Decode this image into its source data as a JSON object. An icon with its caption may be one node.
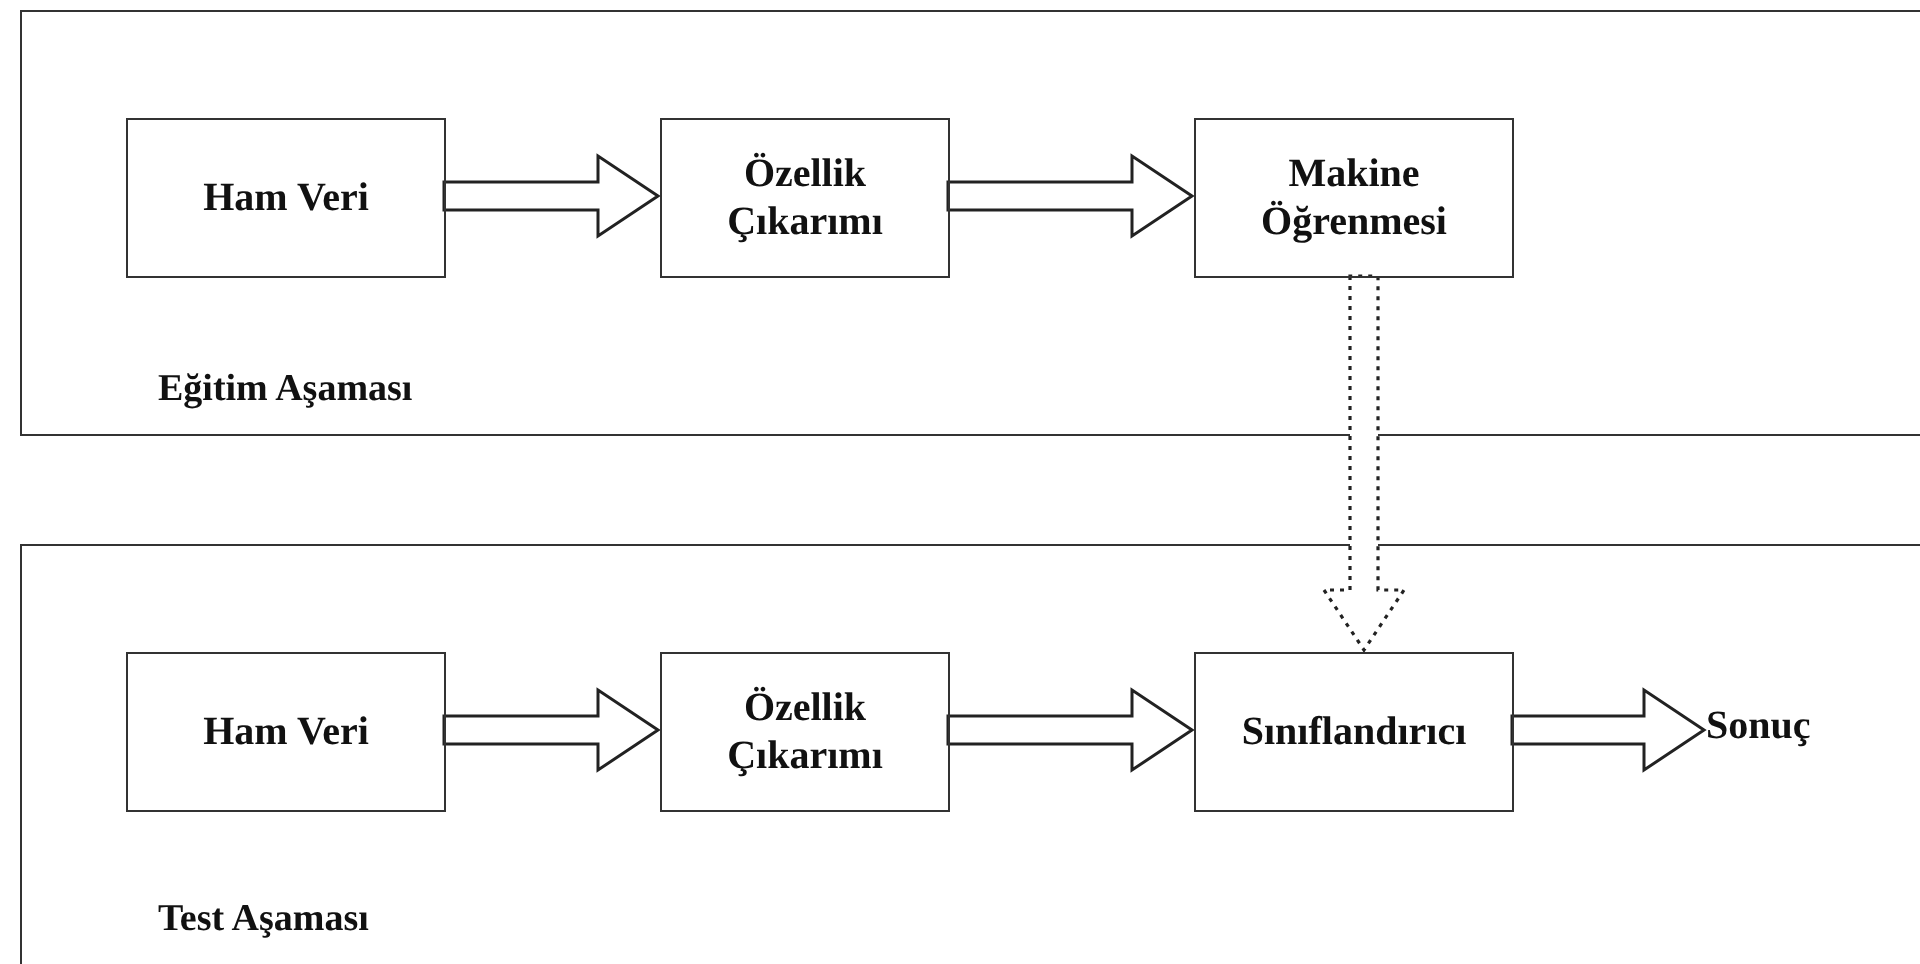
{
  "diagram": {
    "nodes": [
      {
        "text": [
          "Eğitim Aşaması"
        ]
      },
      {
        "text": [
          "Ham Veri"
        ],
        "in": 0
      },
      {
        "text": [
          "Özellik Çıkarımı"
        ],
        "in": 0
      },
      {
        "text": [
          "Makine Öğrenmesi"
        ],
        "in": 0
      },
      {
        "text": [
          "Test Aşaması"
        ]
      },
      {
        "text": [
          "Ham Veri"
        ],
        "in": 4
      },
      {
        "text": [
          "Özellik Çıkarımı"
        ],
        "in": 4
      },
      {
        "text": [
          "Sınıflandırıcı"
        ],
        "in": 4
      },
      {
        "text": [
          "Sonuç"
        ],
        "in": 4
      }
    ],
    "edges": [
      {
        "from": 1,
        "to": 2,
        "arrow": "to"
      },
      {
        "from": 2,
        "to": 3,
        "arrow": "to"
      },
      {
        "from": 3,
        "to": 7,
        "arrow": "to",
        "style": "dashed"
      },
      {
        "from": 5,
        "to": 6,
        "arrow": "to"
      },
      {
        "from": 6,
        "to": 7,
        "arrow": "to"
      },
      {
        "from": 7,
        "to": 8,
        "arrow": "to"
      }
    ]
  }
}
